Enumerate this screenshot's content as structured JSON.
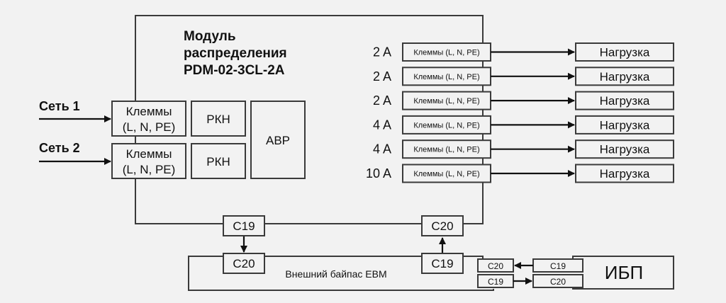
{
  "module": {
    "title_lines": [
      "Модуль",
      "распределения",
      "PDM-02-3CL-2A"
    ]
  },
  "inputs": [
    {
      "label": "Сеть 1",
      "terminal_lines": [
        "Клеммы",
        "(L, N, PE)"
      ],
      "relay": "РКН"
    },
    {
      "label": "Сеть 2",
      "terminal_lines": [
        "Клеммы",
        "(L, N, PE)"
      ],
      "relay": "РКН"
    }
  ],
  "ats": {
    "label": "АВР"
  },
  "outputs": [
    {
      "current": "2 A",
      "terminal": "Клеммы (L, N, PE)",
      "load": "Нагрузка"
    },
    {
      "current": "2 A",
      "terminal": "Клеммы (L, N, PE)",
      "load": "Нагрузка"
    },
    {
      "current": "2 A",
      "terminal": "Клеммы (L, N, PE)",
      "load": "Нагрузка"
    },
    {
      "current": "4 A",
      "terminal": "Клеммы (L, N, PE)",
      "load": "Нагрузка"
    },
    {
      "current": "4 A",
      "terminal": "Клеммы (L, N, PE)",
      "load": "Нагрузка"
    },
    {
      "current": "10 A",
      "terminal": "Клеммы (L, N, PE)",
      "load": "Нагрузка"
    }
  ],
  "module_connectors": {
    "left": "C19",
    "right": "C20"
  },
  "bypass": {
    "label": "Внешний байпас EBM",
    "connector_left": "C20",
    "connector_right": "C19",
    "side_connectors": [
      "C20",
      "C19"
    ]
  },
  "ups": {
    "label": "ИБП",
    "connectors": [
      "C19",
      "C20"
    ]
  }
}
